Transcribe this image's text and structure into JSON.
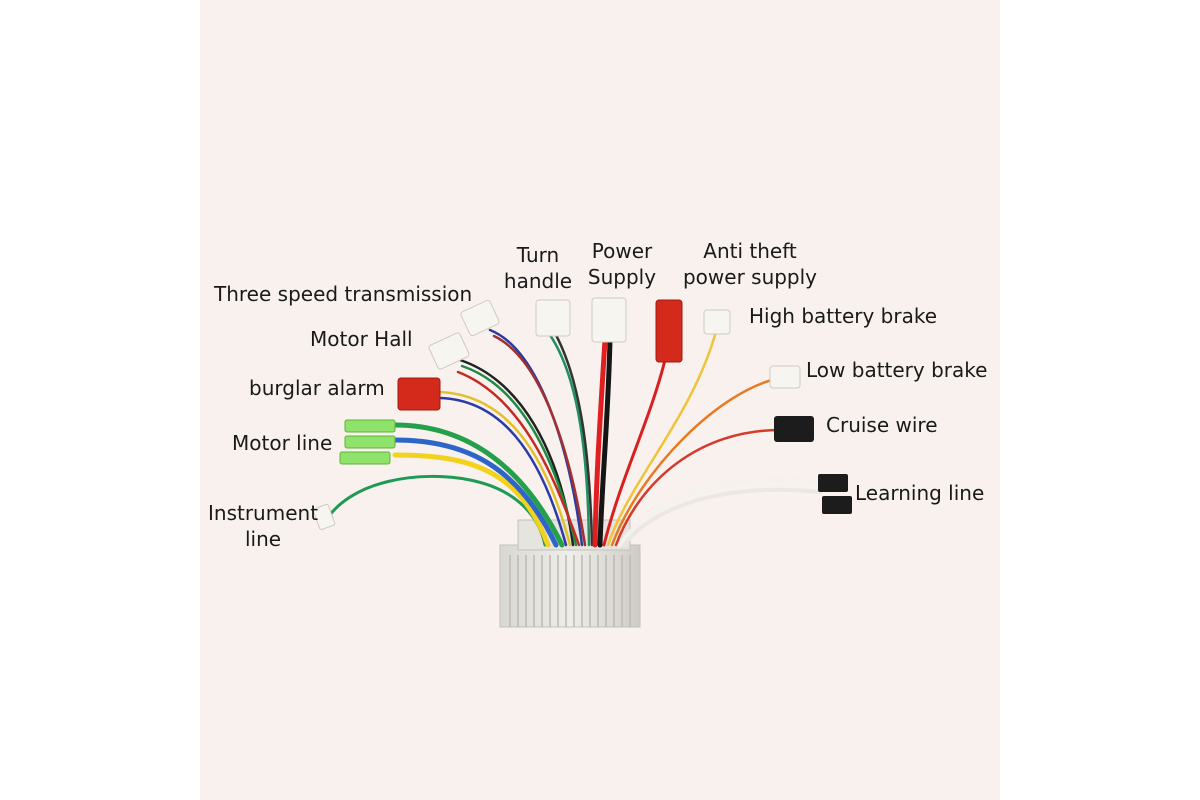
{
  "labels": {
    "three_speed": "Three speed transmission",
    "motor_hall": "Motor Hall",
    "burglar_alarm": "burglar alarm",
    "motor_line": "Motor line",
    "instrument_line": [
      "Instrument",
      "line"
    ],
    "turn_handle": [
      "Turn",
      "handle"
    ],
    "power_supply": [
      "Power",
      "Supply"
    ],
    "anti_theft": [
      "Anti theft",
      "power supply"
    ],
    "high_brake": "High battery brake",
    "low_brake": "Low battery brake",
    "cruise_wire": "Cruise wire",
    "learning_line": "Learning line"
  },
  "colors": {
    "background": "#f8f1ee",
    "housing": "#e2e0dc",
    "red_connector": "#d42a1c",
    "green_terminal": "#8fe26a",
    "black_connector": "#1c1c1c",
    "white_connector": "#f7f5f0"
  }
}
